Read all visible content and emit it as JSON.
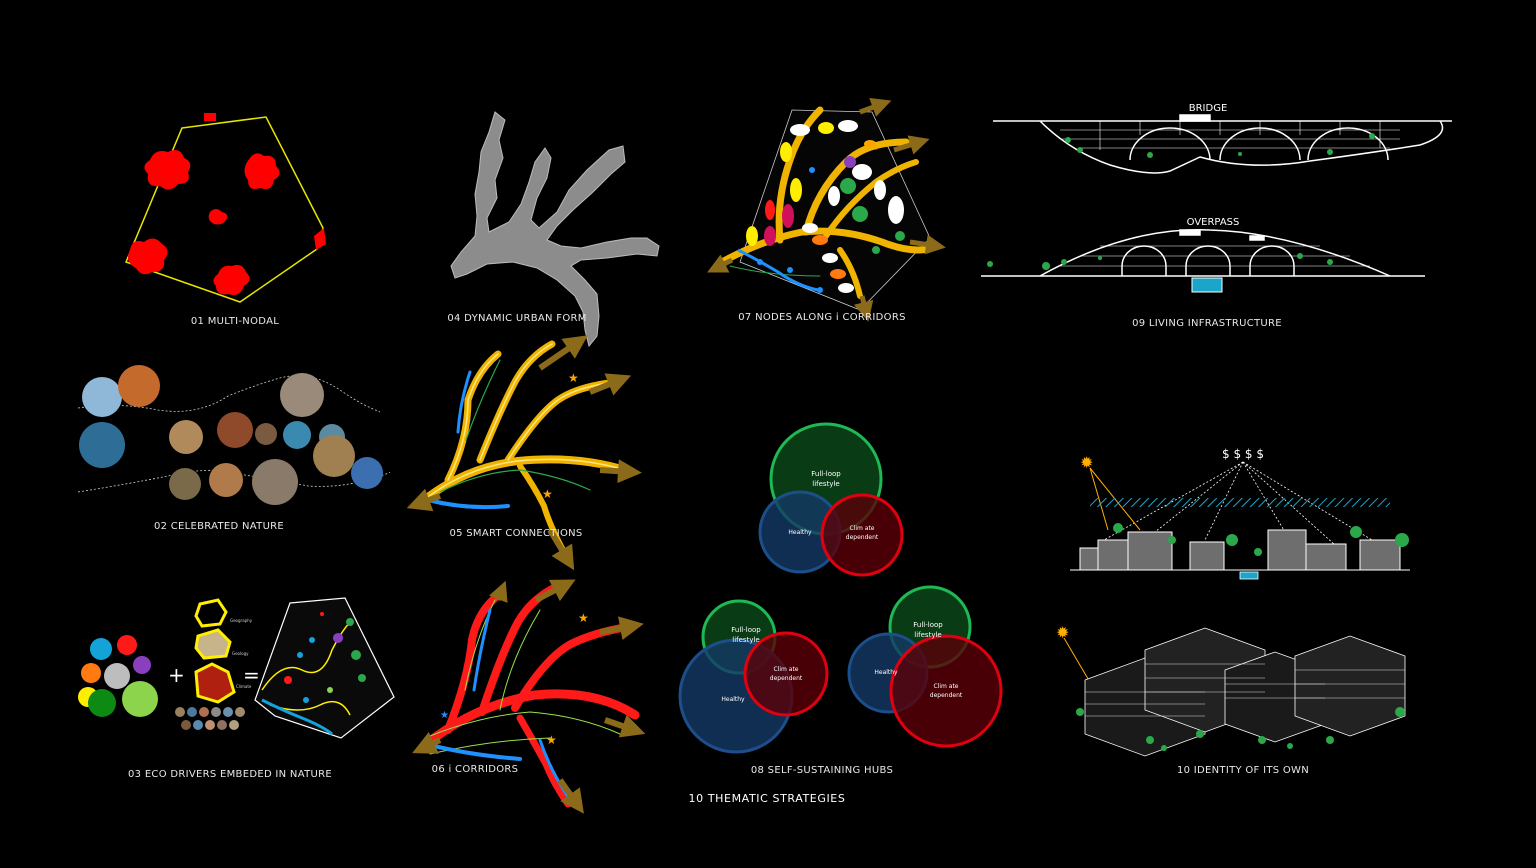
{
  "title": "10 THEMATIC STRATEGIES",
  "panels": {
    "p01": "01 MULTI-NODAL",
    "p02": "02 CELEBRATED NATURE",
    "p03": "03 ECO DRIVERS EMBEDED IN NATURE",
    "p04": "04 DYNAMIC URBAN FORM",
    "p05": "05 SMART CONNECTIONS",
    "p06": "06 i CORRIDORS",
    "p07": "07 NODES ALONG i CORRIDORS",
    "p08": "08 SELF-SUSTAINING HUBS",
    "p09": "09 LIVING INFRASTRUCTURE",
    "p10": "10 IDENTITY OF ITS OWN"
  },
  "infra": {
    "bridge": "BRIDGE",
    "overpass": "OVERPASS"
  },
  "identity": {
    "money": "$ $ $ $"
  },
  "eco": {
    "plus": "+",
    "equals": "=",
    "layers": [
      "Geography",
      "Geology",
      "Climate"
    ]
  },
  "hubs": {
    "loop": "Full-loop lifestyle",
    "loop_line1": "Full-loop",
    "loop_line2": "lifestyle",
    "healthy": "Healthy",
    "climate_line1": "Clim ate",
    "climate_line2": "dependent"
  },
  "colors": {
    "background": "#000000",
    "node_red": "#ff0000",
    "boundary_yellow": "#e6e600",
    "form_gray": "#8c8c8c",
    "corridor_gold": "#f0b400",
    "corridor_red": "#ff1a1a",
    "arrow_brown": "#8b6a1a",
    "water_blue": "#1e90ff",
    "hub_green": "#1db954",
    "hub_blue": "#1c4f8a",
    "hub_red": "#c0000a"
  }
}
